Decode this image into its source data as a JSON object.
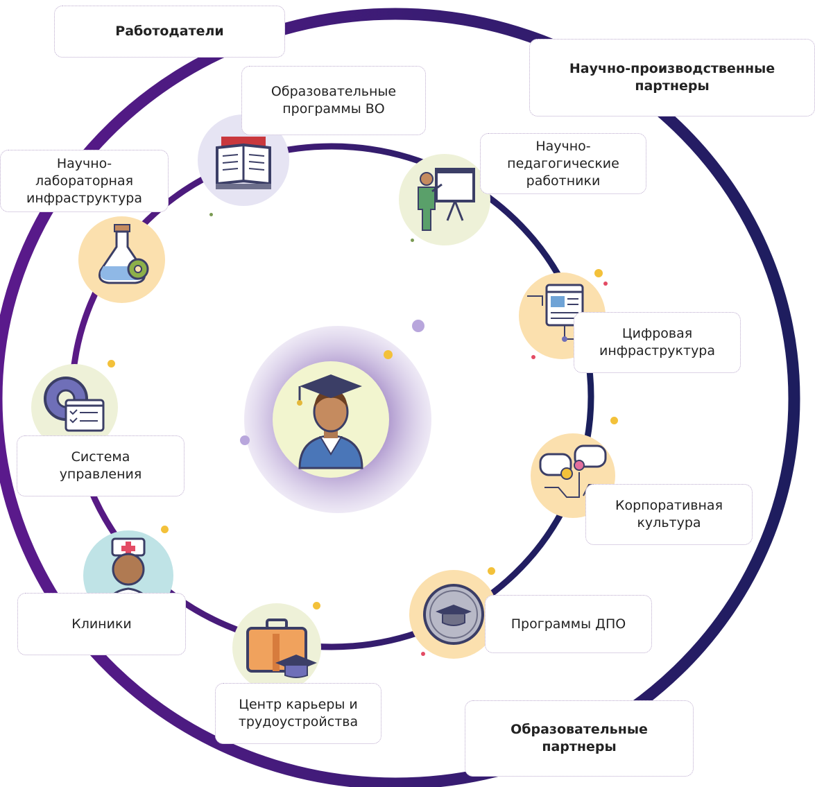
{
  "colors": {
    "outer_ring_start": "#5b1a8c",
    "outer_ring_end": "#1d1d5e",
    "inner_ring_start": "#5a1a86",
    "inner_ring_end": "#1a1f5c",
    "box_border": "#b9a7cc"
  },
  "outer_partners": {
    "employers": "Работодатели",
    "research_partners": "Научно-производственные\nпартнеры",
    "education_partners": "Образовательные\nпартнеры"
  },
  "components": {
    "education_programs": "Образовательные\nпрограммы ВО",
    "research_staff": "Научно-\nпедагогические\nработники",
    "digital_infrastructure": "Цифровая\nинфраструктура",
    "corporate_culture": "Корпоративная\nкультура",
    "dpo_programs": "Программы ДПО",
    "career_center": "Центр карьеры и\nтрудоустройства",
    "clinics": "Клиники",
    "management_system": "Система\nуправления",
    "lab_infrastructure": "Научно-\nлабораторная\nинфраструктура"
  },
  "icons": {
    "center": "graduate-student-icon",
    "education_programs": "open-book-icon",
    "research_staff": "teacher-presentation-icon",
    "digital_infrastructure": "web-page-layout-icon",
    "corporate_culture": "chat-bubbles-icon",
    "dpo_programs": "graduation-cap-badge-icon",
    "career_center": "briefcase-cap-icon",
    "clinics": "doctor-icon",
    "management_system": "gear-checklist-icon",
    "lab_infrastructure": "flask-gear-icon"
  }
}
